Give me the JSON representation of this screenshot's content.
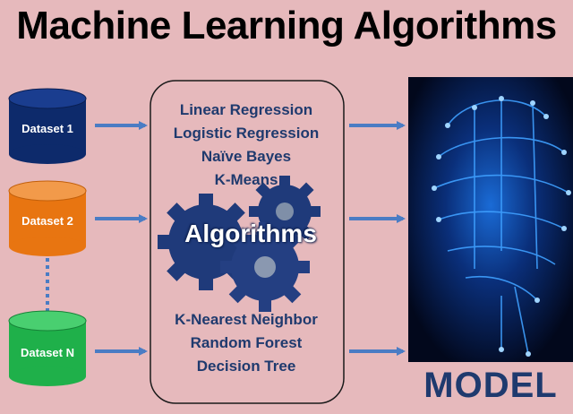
{
  "title": "Machine Learning Algorithms",
  "datasets": [
    {
      "label": "Dataset 1",
      "color": "#0d2a6b",
      "top": "#1a3d8f"
    },
    {
      "label": "Dataset 2",
      "color": "#e87511",
      "top": "#f29a4a"
    },
    {
      "label": "Dataset N",
      "color": "#1fb04a",
      "top": "#49cf70"
    }
  ],
  "algorithms_top": [
    "Linear Regression",
    "Logistic Regression",
    "Naïve Bayes",
    "K-Means"
  ],
  "algorithms_center_label": "Algorithms",
  "algorithms_bottom": [
    "K-Nearest Neighbor",
    "Random Forest",
    "Decision Tree"
  ],
  "model_label": "MODEL",
  "colors": {
    "background": "#e6b9bc",
    "arrow": "#4a7cc4",
    "text_dark_blue": "#1f3a6e",
    "gear": "#1f3a7a"
  }
}
